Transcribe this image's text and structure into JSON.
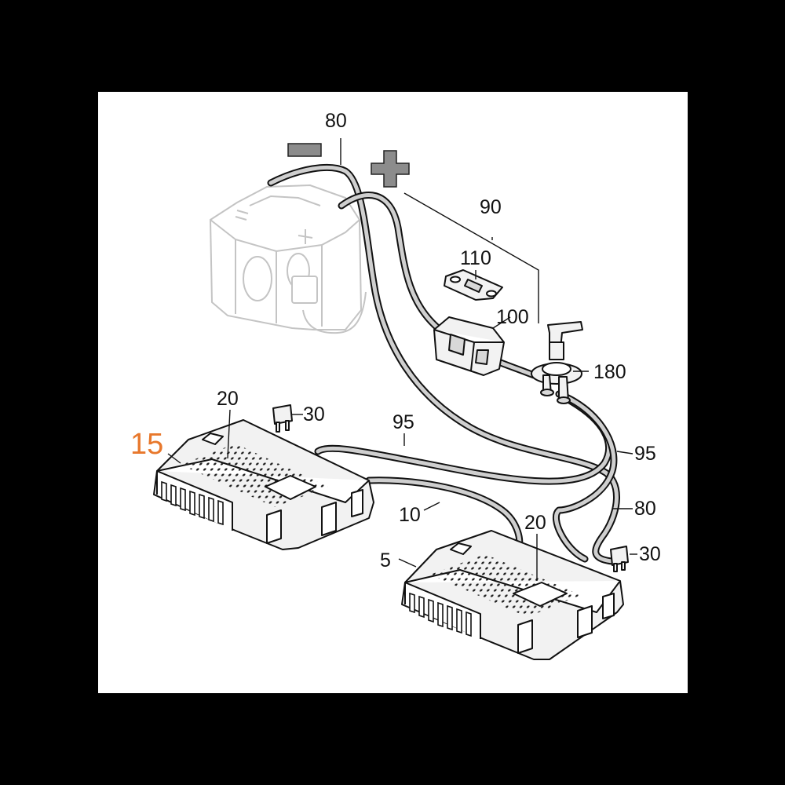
{
  "diagram": {
    "polarity": {
      "negative_icon": "minus-sign-icon",
      "positive_icon": "plus-sign-icon",
      "negative_color": "#8c8c8c",
      "positive_color": "#8c8c8c"
    },
    "labels": {
      "l80_top": "80",
      "l90": "90",
      "l110": "110",
      "l100": "100",
      "l180": "180",
      "l20_left": "20",
      "l30_left": "30",
      "l15": "15",
      "l95_mid": "95",
      "l95_right": "95",
      "l80_right": "80",
      "l10": "10",
      "l20_right": "20",
      "l5": "5",
      "l30_right": "30"
    },
    "highlight_color": "#e8782c"
  }
}
